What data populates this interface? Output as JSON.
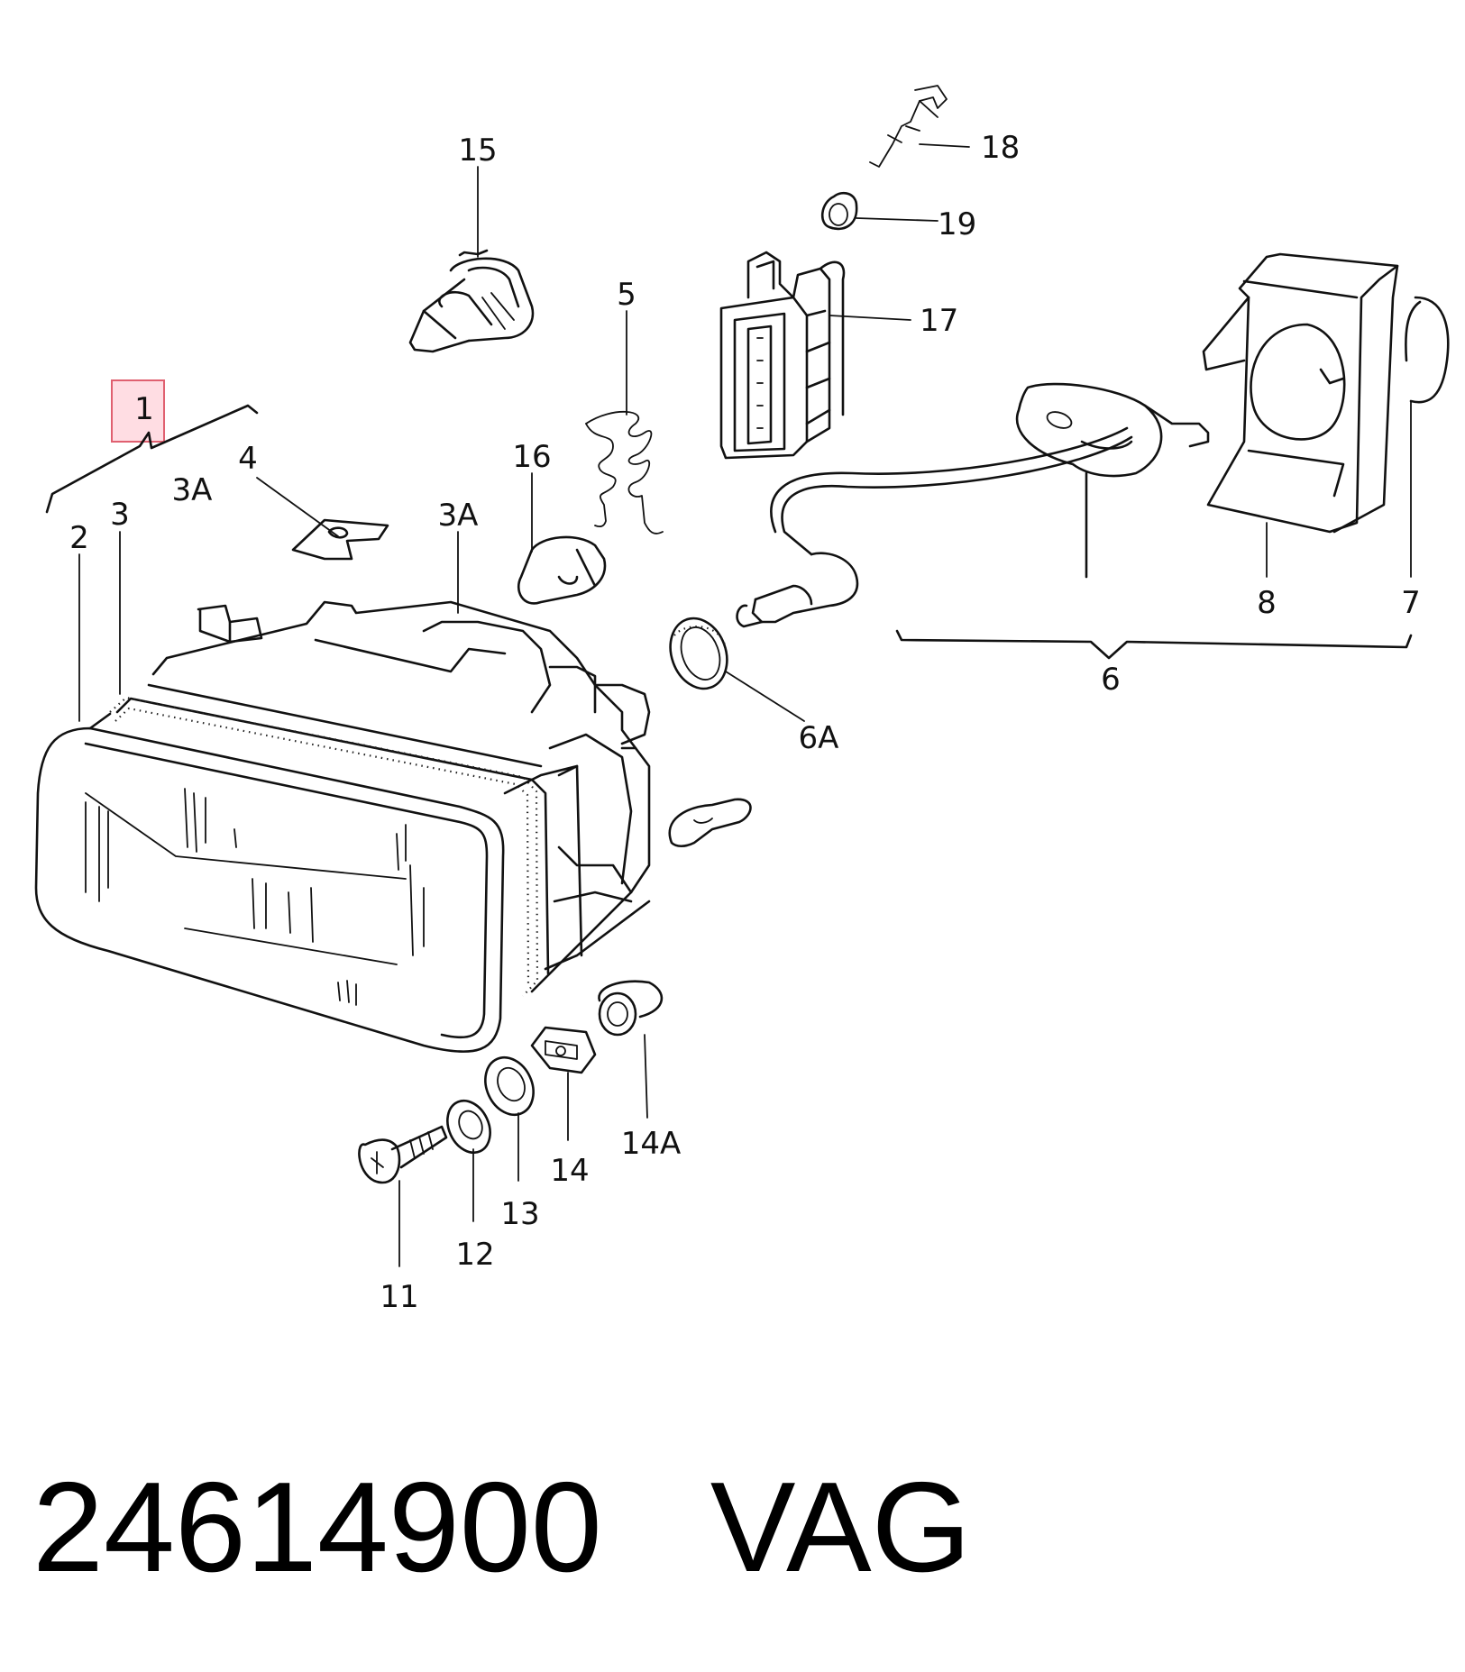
{
  "diagram": {
    "callouts": {
      "c1": "1",
      "c2": "2",
      "c3": "3",
      "c3a_left": "3A",
      "c3a_right": "3A",
      "c4": "4",
      "c5": "5",
      "c6": "6",
      "c6a": "6A",
      "c7": "7",
      "c8": "8",
      "c11": "11",
      "c12": "12",
      "c13": "13",
      "c14": "14",
      "c14a": "14A",
      "c15": "15",
      "c16": "16",
      "c17": "17",
      "c18": "18",
      "c19": "19"
    },
    "highlight_color": "#e06070"
  },
  "footer": {
    "part_number": "24614900",
    "brand": "VAG"
  }
}
